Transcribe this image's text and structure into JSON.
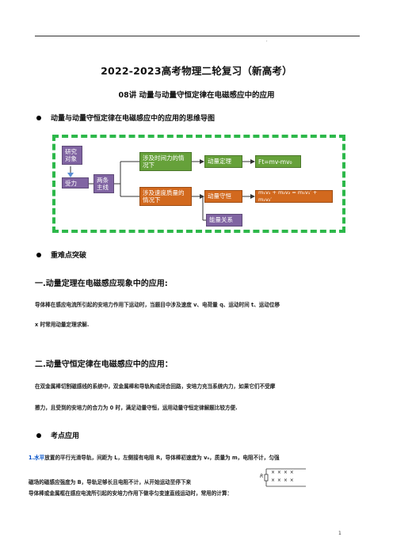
{
  "header": {
    "title": "2022-2023高考物理二轮复习（新高考）",
    "subtitle": "08讲 动量与动量守恒定律在电磁感应中的应用"
  },
  "bullets": {
    "mindmap": "动量与动量守恒定律在电磁感应中的应用的思维导图",
    "key_points": "重难点突破",
    "application": "考点应用"
  },
  "mindmap": {
    "research_object": "研究对象",
    "force": "受力",
    "two_lines": "两条主线",
    "time_force": "涉及时间力的情况下",
    "speed_mass": "涉及速度质量的情况下",
    "momentum_theorem": "动量定理",
    "momentum_conservation": "动量守恒",
    "energy_relation": "能量关系",
    "theorem_formula": "Ft=mv-mv₀",
    "conservation_formula": "m₁v₁ + m₂v₂ = m₁v₁′ + m₂v₂′"
  },
  "section1": {
    "heading": "一.动量定理在电磁感应现象中的应用:",
    "text_line1": "导体棒在感应电流所引起的安培力作用下运动时，当题目中涉及速度 v、电荷量 q、运动时间 t、运动位移",
    "text_line2": "x 时常用动量定理求解."
  },
  "section2": {
    "heading": "二.动量守恒定律在电磁感应中的应用：",
    "text_line1": "在双金属棒切割磁感线的系统中，双金属棒和导轨构成闭合回路，安培力充当系统内力，如果它们不受摩",
    "text_line2": "擦力，且受到的安培力的合力为 0 时，满足动量守恒，运用动量守恒定律解题比较方便."
  },
  "question1": {
    "number": "1.",
    "keyword": "水平",
    "text_line1": "放置的平行光滑导轨，间距为 L，左侧接有电阻 R，导体棒初速度为 v₀，质量为 m，电阻不计，匀强",
    "text_line2": "磁场的磁感应强度为 B，导轨足够长且电阻不计，从开始运动至停下来",
    "text_line3": "导体棒或金属框在感应电流所引起的安培力作用下做非匀变速直线运动时，常用的计算：",
    "circuit_label": "R",
    "circuit_row1": "× × × ×",
    "circuit_row2": "× × × ×"
  },
  "footer": {
    "page_number": "1",
    "mark": ","
  },
  "colors": {
    "dashed_border": "#2db84a",
    "purple_box": "#8064a2",
    "green_box": "#66a13a",
    "orange_box": "#d2691e",
    "question_number": "#0050c8"
  }
}
